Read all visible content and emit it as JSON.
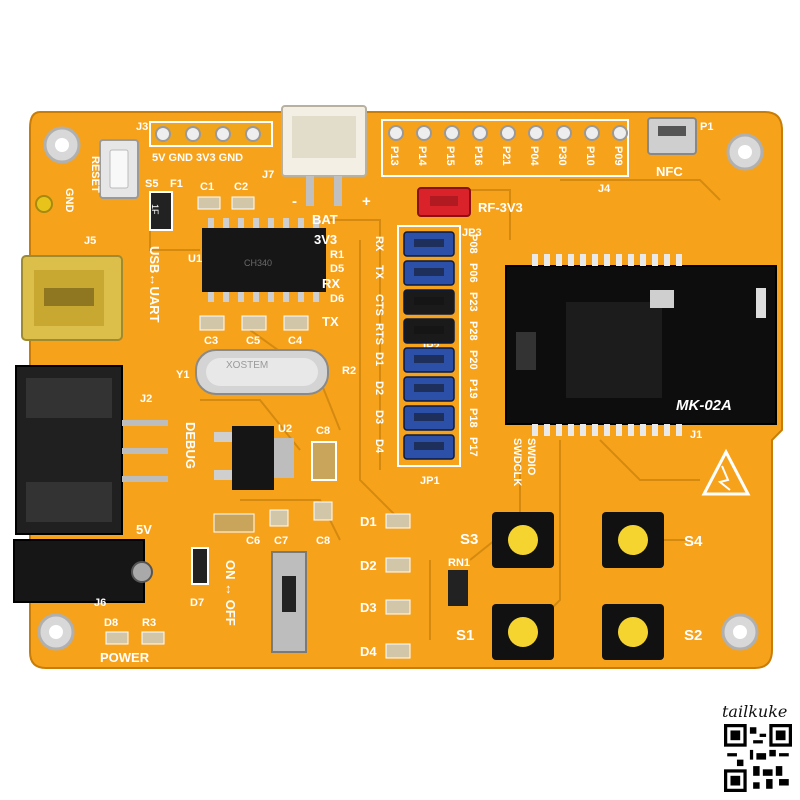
{
  "board": {
    "colors": {
      "pcb": "#f7a21b",
      "pcb_dark": "#e08c0c",
      "silk": "#ffffff",
      "pad": "#e9e9e9",
      "module": "#0d0d0d",
      "jumper_blue": "#2c4fa8",
      "jumper_red": "#d9222a",
      "button": "#f5d430"
    },
    "labels": {
      "j3": "J3",
      "j3_pins": "5V GND 3V3 GND",
      "reset": "RESET",
      "s5": "S5",
      "f1": "F1",
      "c1": "C1",
      "c2": "C2",
      "gnd": "GND",
      "j7": "J7",
      "bat": "BAT",
      "minus": "-",
      "plus": "+",
      "bat_3v3": "3V3",
      "j5": "J5",
      "usb_uart": "USB↔UART",
      "u1": "U1",
      "r1": "R1",
      "d5": "D5",
      "d6": "D6",
      "rx": "RX",
      "tx": "TX",
      "c3": "C3",
      "c5": "C5",
      "c4": "C4",
      "y1": "Y1",
      "r2": "R2",
      "j2": "J2",
      "debug": "DEBUG",
      "u2": "U2",
      "c8a": "C8",
      "c6": "C6",
      "c7": "C7",
      "c8b": "C8",
      "v5": "5V",
      "j6": "J6",
      "d7": "D7",
      "d8": "D8",
      "r3": "R3",
      "power": "POWER",
      "on_off": "ON ↔ OFF",
      "p1": "P1",
      "nfc": "NFC",
      "j4": "J4",
      "rf3v3": "RF-3V3",
      "jp3": "JP3",
      "jp2": "JP2",
      "jp1": "JP1",
      "jp_left": [
        "RX",
        "TX",
        "CTS",
        "RTS",
        "D1",
        "D2",
        "D3",
        "D4"
      ],
      "jp_right": [
        "P08",
        "P06",
        "P23",
        "P28",
        "P20",
        "P19",
        "P18",
        "P17"
      ],
      "module_name": "MK-02A",
      "j1": "J1",
      "swdio": "SWDIO",
      "swdclk": "SWDCLK",
      "d1": "D1",
      "d2": "D2",
      "d3": "D3",
      "d4": "D4",
      "rn1": "RN1",
      "s1": "S1",
      "s2": "S2",
      "s3": "S3",
      "s4": "S4",
      "top_header": [
        "P13",
        "P14",
        "P15",
        "P16",
        "P21",
        "P04",
        "P30",
        "P10",
        "P09"
      ],
      "xtal": "XOSTEM",
      "fuse": "1F",
      "chip_mark": "CH340"
    }
  },
  "watermark": "tailkuke",
  "qr_icon": "qr-code-icon"
}
